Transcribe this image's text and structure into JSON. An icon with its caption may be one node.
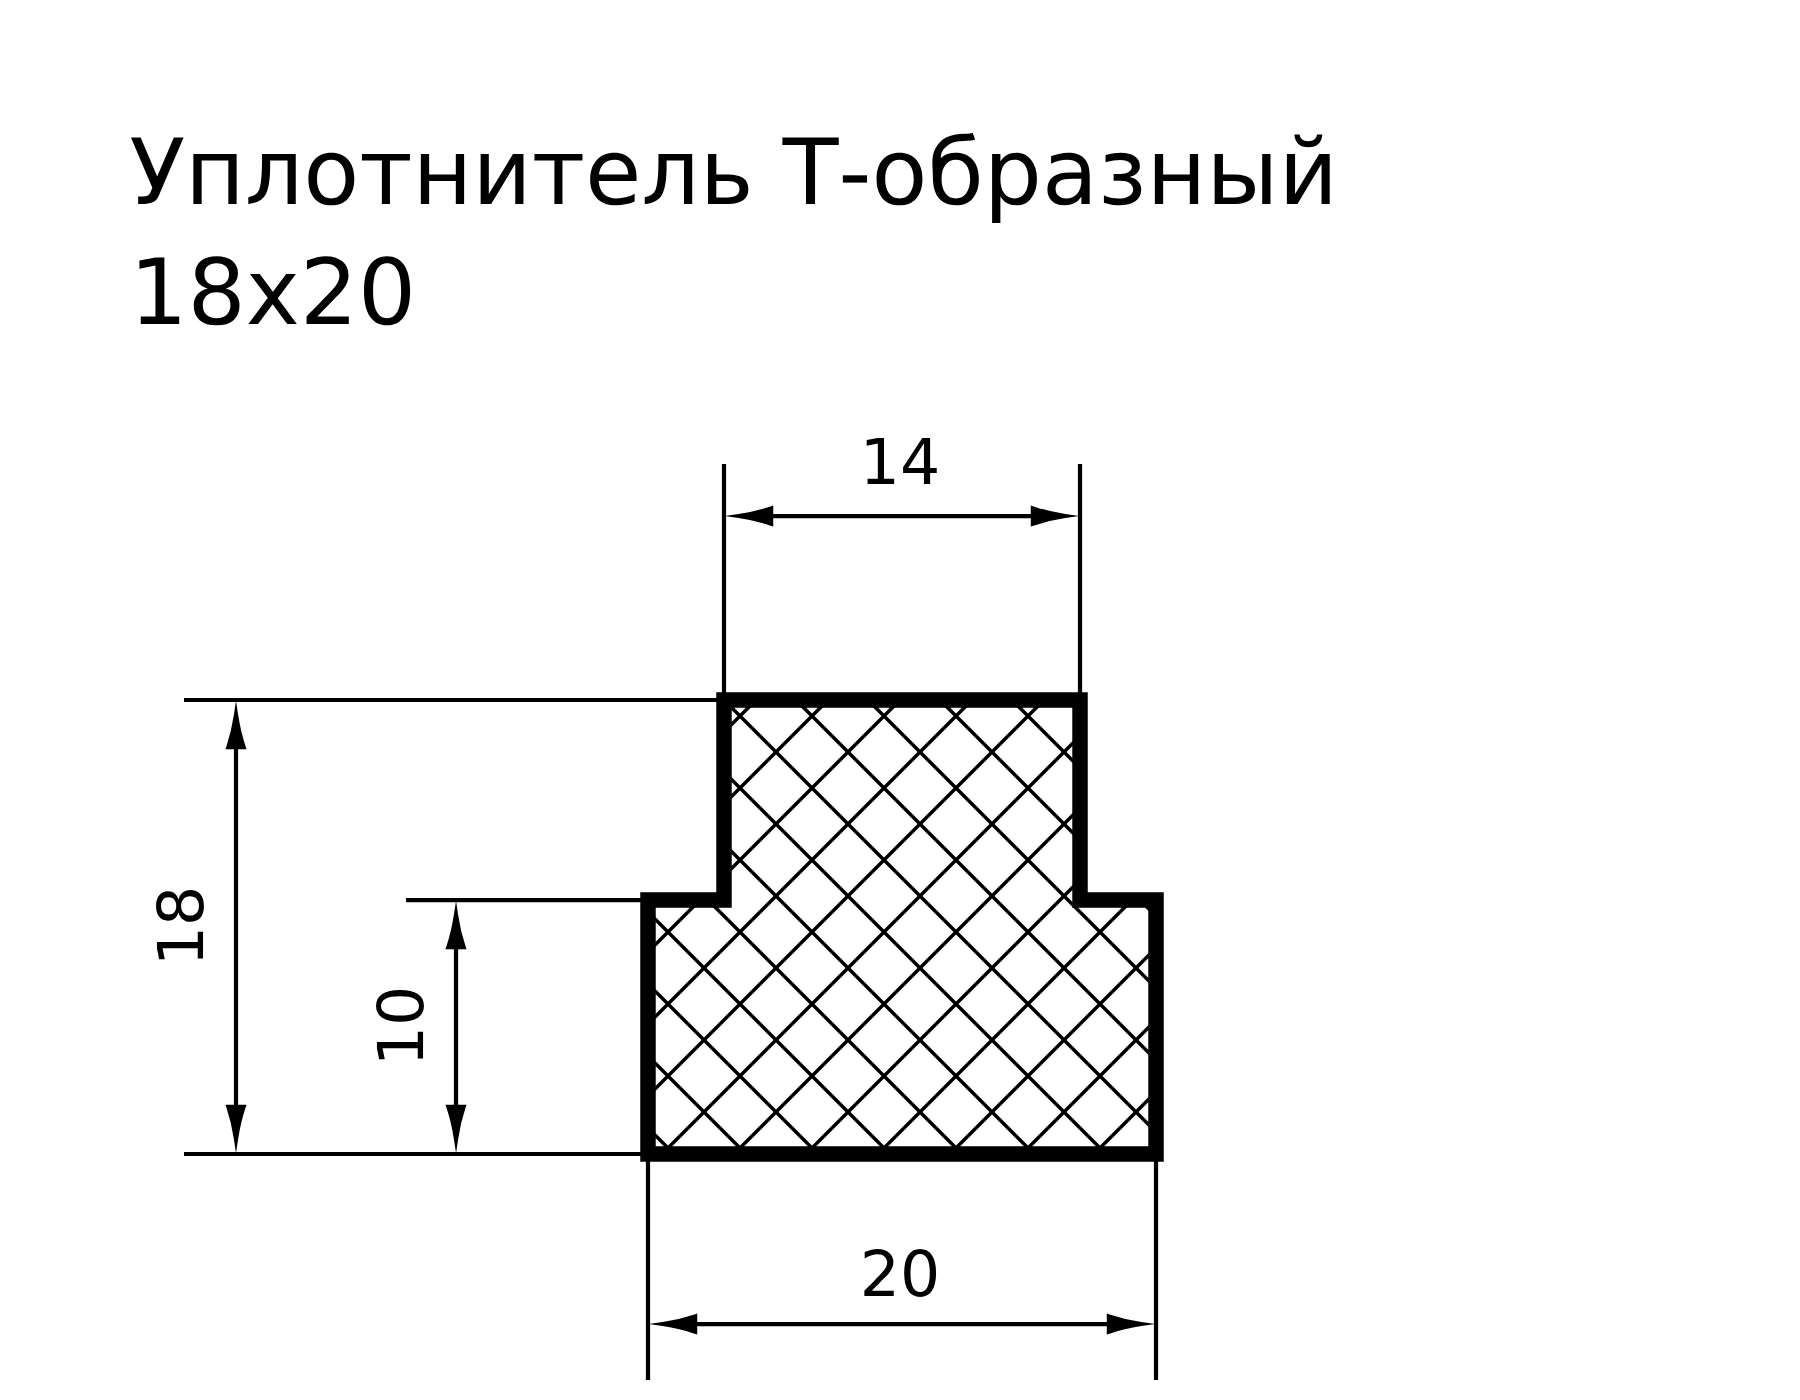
{
  "diagram": {
    "title": "Уплотнитель Т-образный",
    "labels": [
      "18x20",
      "14",
      "18",
      "10",
      "20"
    ]
  }
}
